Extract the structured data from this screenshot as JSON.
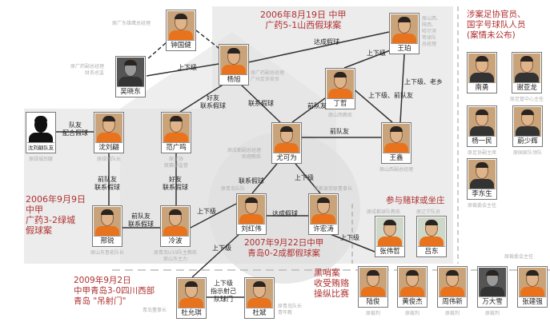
{
  "case_titles": {
    "guangyao_shanxi": [
      "2006年8月19日 中甲",
      "广药5-1山西假球案"
    ],
    "guangyao_lvcheng": [
      "2006年9月9日",
      "中甲",
      "广药3-2绿城",
      "假球案"
    ],
    "qingdao_chengdu": [
      "2007年9月22日中甲",
      "青岛0-2成都假球案"
    ],
    "qingdao_sichuan": [
      "2009年9月2日",
      "中甲青岛3-0四川西部",
      "青岛 \"吊射门\""
    ],
    "black_whistle": [
      "黑哨案",
      "收受贿赂",
      "操纵比赛"
    ],
    "gambling": "参与赌球或坐庄",
    "officials": [
      "涉案足协官员、",
      "国字号球队人员",
      "(案情未公布)"
    ]
  },
  "people": [
    {
      "id": "zhongguojian",
      "name": "钟国健",
      "caption": [
        "原广东雄鹰总经理"
      ]
    },
    {
      "id": "wuxiaodong",
      "name": "吴晓东",
      "caption": [
        "原广药副总经理",
        "财务总监"
      ]
    },
    {
      "id": "yangxu",
      "name": "杨旭",
      "caption": [
        "原广药副总经理",
        "广州足协官员"
      ]
    },
    {
      "id": "wangpo",
      "name": "王珀",
      "caption": [
        "原山西、",
        "陕西、",
        "哈尔滨",
        "等球队",
        "总经理"
      ]
    },
    {
      "id": "dingzhe",
      "name": "丁哲",
      "caption": [
        "原山西教练"
      ]
    },
    {
      "id": "shenliuxiang_mate",
      "name": "沈刘翩队友",
      "caption": [
        "原绿城后腰"
      ]
    },
    {
      "id": "shenliuxiang",
      "name": "沈刘翩",
      "caption": [
        "原绿城队长"
      ]
    },
    {
      "id": "fanguangming",
      "name": "范广鸣",
      "caption": [
        "原足协",
        "联赛部监督"
      ]
    },
    {
      "id": "youkewei",
      "name": "尤可为",
      "caption": [
        "原成都副总经理",
        "助理教练"
      ]
    },
    {
      "id": "wangxin",
      "name": "王鑫",
      "caption": [
        "原山西副总经理"
      ]
    },
    {
      "id": "xingrui",
      "name": "邢锐",
      "caption": [
        "原山东鲁能队长"
      ]
    },
    {
      "id": "lengbo",
      "name": "冷波",
      "caption": [
        "原青岛U19队主教练",
        "原山东主力"
      ]
    },
    {
      "id": "liuhongwei",
      "name": "刘红伟",
      "caption": [
        "原青岛队队"
      ]
    },
    {
      "id": "xuhongtao",
      "name": "许宏涛",
      "caption": [
        "成都谢菲联董事长"
      ]
    },
    {
      "id": "zhangweizhe",
      "name": "张伟哲",
      "caption": [
        "原成都球队教练"
      ]
    },
    {
      "id": "lvdong",
      "name": "吕东",
      "caption": [
        "原辽宁队员"
      ]
    },
    {
      "id": "duyunqi",
      "name": "杜允琪",
      "caption": [
        "青岛董事长"
      ]
    },
    {
      "id": "dubin",
      "name": "杜斌",
      "caption": [
        "原青岛队长",
        "青年教"
      ]
    },
    {
      "id": "nanyong",
      "name": "南勇",
      "caption": []
    },
    {
      "id": "xieyalong",
      "name": "谢亚龙",
      "caption": [
        "原足管中心主任"
      ]
    },
    {
      "id": "yangyimin",
      "name": "杨一民",
      "caption": [
        "原足协副主席"
      ]
    },
    {
      "id": "weishaohui",
      "name": "蔚少辉",
      "caption": [
        "原国家队领队"
      ]
    },
    {
      "id": "lidongsheng",
      "name": "李东生",
      "caption": [
        "原裁委会主任"
      ]
    },
    {
      "id": "lujun",
      "name": "陆俊",
      "caption": [
        "原裁判"
      ]
    },
    {
      "id": "huangjunjie",
      "name": "黄俊杰",
      "caption": [
        "原裁判"
      ]
    },
    {
      "id": "zhouweixin",
      "name": "周伟新",
      "caption": [
        "原裁判"
      ]
    },
    {
      "id": "wandaxue",
      "name": "万大雪",
      "caption": [
        "原裁判"
      ]
    },
    {
      "id": "zhangjianqiang",
      "name": "张建强",
      "caption": [
        "原裁委会主任"
      ]
    }
  ],
  "edge_labels": {
    "wu_yang": [
      "上下级"
    ],
    "yang_wang": [
      "达成假球"
    ],
    "wang_ding": [
      "上下级"
    ],
    "wang_wangxin": [
      "上下级、老乡"
    ],
    "ding_wangxin": [
      "上下级、前队友"
    ],
    "ding_you": [
      "前队友"
    ],
    "yang_fan": [
      "好友",
      "联系假球"
    ],
    "yang_you": [
      "联系假球"
    ],
    "you_wangxin": [
      "前队友"
    ],
    "mate_shen": [
      "队友",
      "配合假球"
    ],
    "shen_xing": [
      "前队友",
      "联系假球"
    ],
    "fan_leng": [
      "好友",
      "联系假球"
    ],
    "xing_leng": [
      "前队友",
      "联系假球"
    ],
    "leng_liu": [
      "上下级"
    ],
    "you_liu": [
      "联系假球"
    ],
    "you_xu": [
      "上下级"
    ],
    "liu_xu": [
      "达成假球"
    ],
    "xu_zhang": [
      "上下级"
    ],
    "liu_du": [
      "上下级"
    ],
    "du_dubin": [
      "上下级",
      "指示射己",
      "队球门"
    ]
  },
  "colors": {
    "title_red": "#b03030",
    "panel_gray": "#ececec",
    "line": "#333333"
  }
}
